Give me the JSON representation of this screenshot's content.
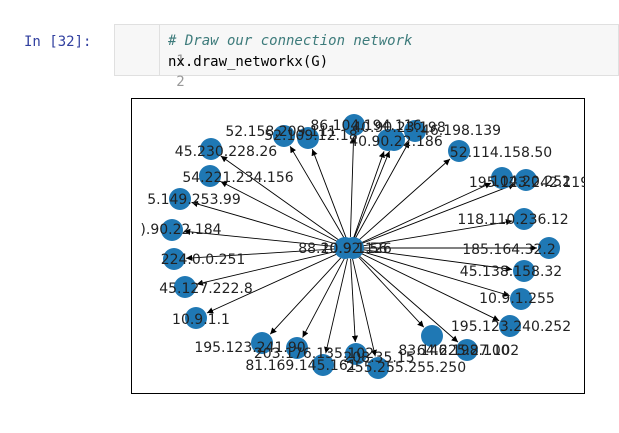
{
  "cell": {
    "prompt": "In [32]:",
    "lines": [
      {
        "number": "1",
        "text": "# Draw our connection network"
      },
      {
        "number": "2",
        "text": "nx.draw_networkx(G)"
      }
    ]
  },
  "graph": {
    "node_color": "#1f78b4",
    "edge_color": "#000000",
    "hub_labels": [
      "88.20.92.126",
      "10.9.1.56"
    ],
    "nodes": [
      {
        "label": "86.104.194.116"
      },
      {
        "label": "52.158.209.111"
      },
      {
        "label": "52.109.12.18"
      },
      {
        "label": "40.90.22.186"
      },
      {
        "label": "40.90.23.198"
      },
      {
        "label": "46.198.139"
      },
      {
        "label": "52.114.158.50"
      },
      {
        "label": "45.230.228.26"
      },
      {
        "label": "54.221.234.156"
      },
      {
        "label": "195.123.242.119"
      },
      {
        "label": "104.20.252"
      },
      {
        "label": "5.149.253.99"
      },
      {
        "label": "118.110.236.12"
      },
      {
        "label": ").90.22.184"
      },
      {
        "label": "185.164.32.2"
      },
      {
        "label": "224.0.0.251"
      },
      {
        "label": "45.138.158.32"
      },
      {
        "label": "45.127.222.8"
      },
      {
        "label": "10.9.1.255"
      },
      {
        "label": "10.9.1.1"
      },
      {
        "label": "195.123.240.252"
      },
      {
        "label": "195.123.241.90"
      },
      {
        "label": "203.176.135.102"
      },
      {
        "label": "81.169.145.161"
      },
      {
        "label": "208.35.15"
      },
      {
        "label": "255.255.255.250"
      },
      {
        "label": "83.146.198.100"
      },
      {
        "label": "64.225.27.102"
      }
    ]
  }
}
